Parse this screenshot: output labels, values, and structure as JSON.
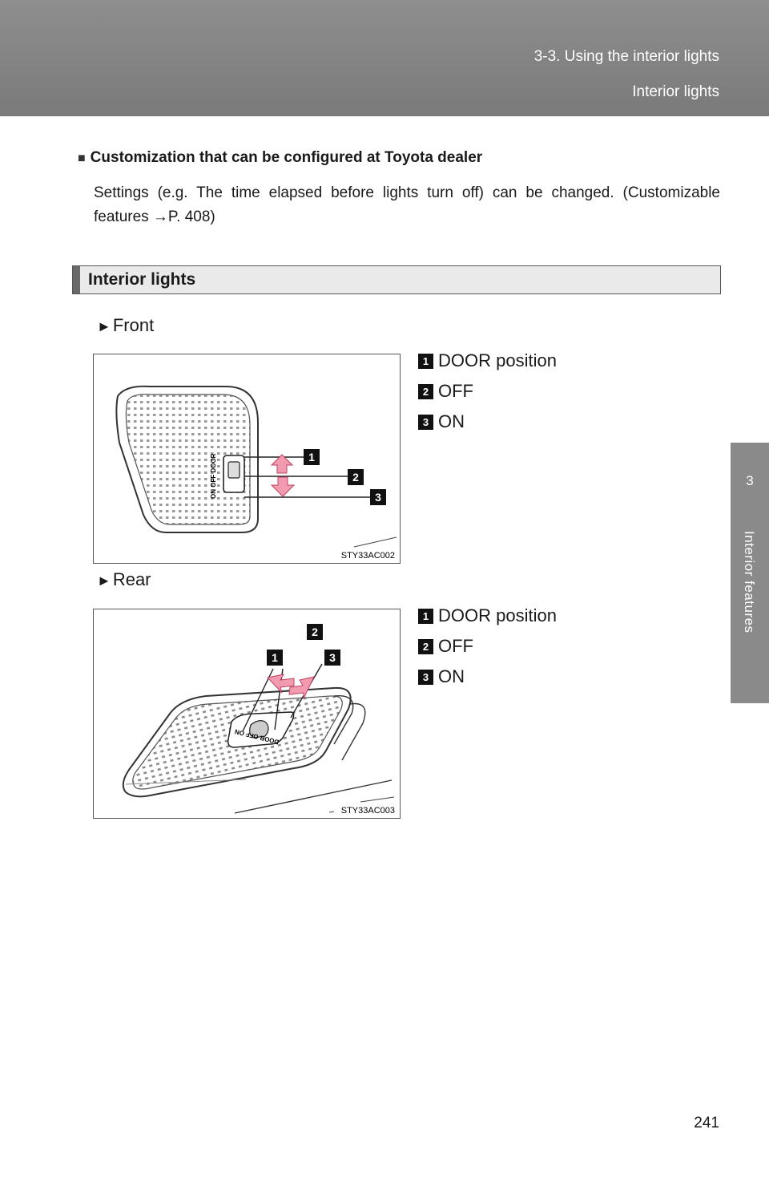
{
  "header": {
    "chapter": "3-3. Using the interior lights",
    "section": "Interior lights"
  },
  "side_tab": {
    "number": "3",
    "label": "Interior features"
  },
  "note": {
    "bullet": "■",
    "title": "Customization that can be configured at Toyota dealer",
    "body": "Settings (e.g. The time elapsed before lights turn off) can be changed. (Customizable features →P. 408)"
  },
  "section_title": "Interior lights",
  "front": {
    "label": "Front",
    "figure_code": "STY33AC002",
    "switch_text": "ON  OFF  DOOR",
    "callouts": [
      "1",
      "2",
      "3"
    ],
    "legend": [
      {
        "num": "1",
        "text": "DOOR position"
      },
      {
        "num": "2",
        "text": "OFF"
      },
      {
        "num": "3",
        "text": "ON"
      }
    ]
  },
  "rear": {
    "label": "Rear",
    "figure_code": "STY33AC003",
    "switch_text": "DOOR  OFF  ON",
    "callouts": [
      "1",
      "2",
      "3"
    ],
    "legend": [
      {
        "num": "1",
        "text": "DOOR position"
      },
      {
        "num": "2",
        "text": "OFF"
      },
      {
        "num": "3",
        "text": "ON"
      }
    ]
  },
  "page_number": "241"
}
